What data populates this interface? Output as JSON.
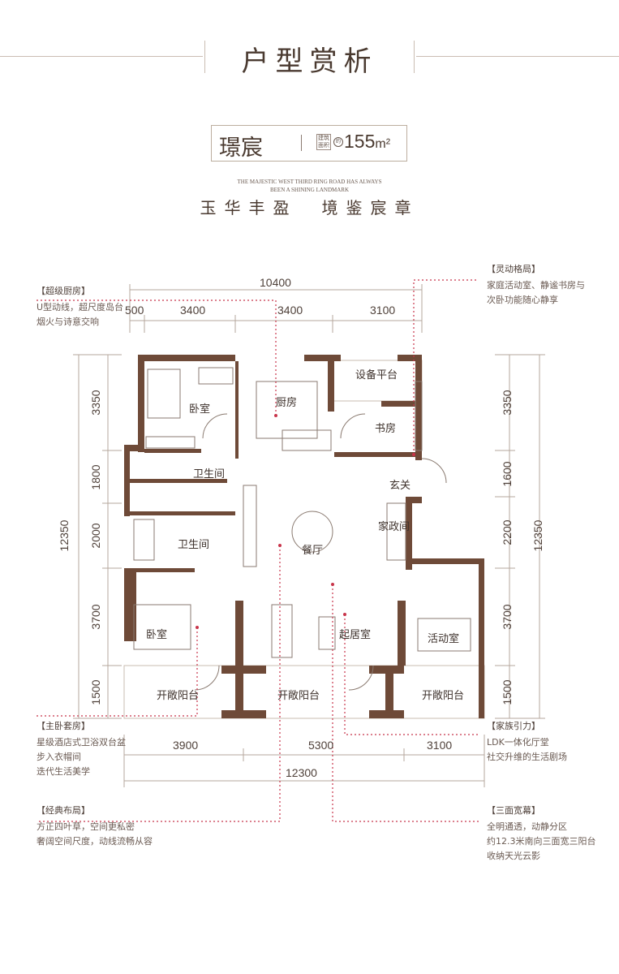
{
  "page_title": "户型赏析",
  "unit": {
    "name": "璟宸",
    "area_label_1": "建筑",
    "area_label_2": "面积",
    "about": "约",
    "area": "155",
    "area_unit": "m²"
  },
  "english_line_1": "THE MAJESTIC WEST THIRD RING ROAD HAS ALWAYS",
  "english_line_2": "BEEN A SHINING LANDMARK",
  "slogan": "玉华丰盈　境鉴宸章",
  "callouts": [
    {
      "title": "【超级厨房】",
      "lines": [
        "U型动线，超尺度岛台",
        "烟火与诗意交响"
      ]
    },
    {
      "title": "【灵动格局】",
      "lines": [
        "家庭活动室、静谧书房与",
        "次卧功能随心静享"
      ]
    },
    {
      "title": "【主卧套房】",
      "lines": [
        "星级酒店式卫浴双台盆",
        "步入衣帽间",
        "迭代生活美学"
      ]
    },
    {
      "title": "【家族引力】",
      "lines": [
        "LDK一体化厅堂",
        "社交升维的生活剧场"
      ]
    },
    {
      "title": "【经典布局】",
      "lines": [
        "方正四叶草，空间更私密",
        "奢阔空间尺度，动线流畅从容"
      ]
    },
    {
      "title": "【三面宽幕】",
      "lines": [
        "全明通透，动静分区",
        "约12.3米南向三面宽三阳台",
        "收纳天光云影"
      ]
    }
  ],
  "rooms": [
    "卧室",
    "厨房",
    "设备平台",
    "书房",
    "卫生间",
    "卫生间",
    "玄关",
    "餐厅",
    "家政间",
    "卧室",
    "起居室",
    "活动室",
    "开敞阳台",
    "开敞阳台",
    "开敞阳台"
  ],
  "dimensions": {
    "top_total": "10400",
    "top": [
      "500",
      "3400",
      "3400",
      "3100"
    ],
    "left_total": "12350",
    "left": [
      "3350",
      "1800",
      "2000",
      "3700",
      "1500"
    ],
    "right_total": "12350",
    "right": [
      "3350",
      "1600",
      "2200",
      "3700",
      "1500"
    ],
    "bottom": [
      "3900",
      "5300",
      "3100"
    ],
    "bottom_total": "12300"
  },
  "colors": {
    "wall": "#6e4a38",
    "accent_line": "#c8344a",
    "text": "#4f413a"
  }
}
